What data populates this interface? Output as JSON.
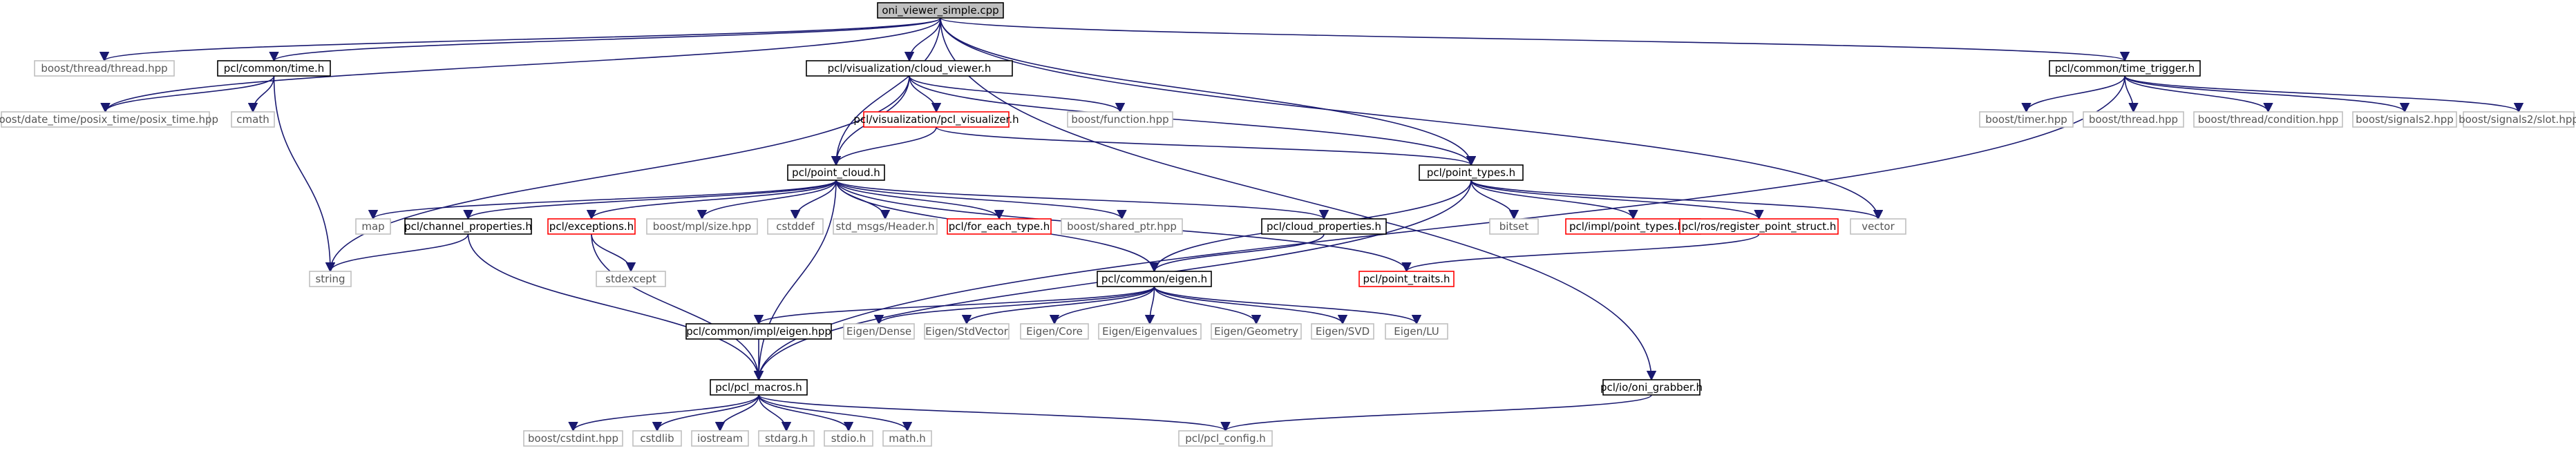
{
  "diagram": {
    "title": "",
    "nodes": [
      {
        "id": "root",
        "label": "oni_viewer_simple.cpp",
        "kind": "root"
      },
      {
        "id": "thread",
        "label": "boost/thread/thread.hpp",
        "kind": "plain"
      },
      {
        "id": "time",
        "label": "pcl/common/time.h",
        "kind": "normal"
      },
      {
        "id": "cloud_viewer",
        "label": "pcl/visualization/cloud_viewer.h",
        "kind": "normal"
      },
      {
        "id": "time_trigger",
        "label": "pcl/common/time_trigger.h",
        "kind": "normal"
      },
      {
        "id": "posix_time",
        "label": "boost/date_time/posix_time/posix_time.hpp",
        "kind": "plain"
      },
      {
        "id": "cmath",
        "label": "cmath",
        "kind": "plain"
      },
      {
        "id": "pcl_visualizer",
        "label": "pcl/visualization/pcl_visualizer.h",
        "kind": "red"
      },
      {
        "id": "function",
        "label": "boost/function.hpp",
        "kind": "plain"
      },
      {
        "id": "timer",
        "label": "boost/timer.hpp",
        "kind": "plain"
      },
      {
        "id": "thread2",
        "label": "boost/thread.hpp",
        "kind": "plain"
      },
      {
        "id": "condition",
        "label": "boost/thread/condition.hpp",
        "kind": "plain"
      },
      {
        "id": "signals2",
        "label": "boost/signals2.hpp",
        "kind": "plain"
      },
      {
        "id": "slot",
        "label": "boost/signals2/slot.hpp",
        "kind": "plain"
      },
      {
        "id": "point_cloud",
        "label": "pcl/point_cloud.h",
        "kind": "normal"
      },
      {
        "id": "point_types",
        "label": "pcl/point_types.h",
        "kind": "normal"
      },
      {
        "id": "map",
        "label": "map",
        "kind": "plain"
      },
      {
        "id": "channel_props",
        "label": "pcl/channel_properties.h",
        "kind": "normal"
      },
      {
        "id": "exceptions",
        "label": "pcl/exceptions.h",
        "kind": "red"
      },
      {
        "id": "mpl_size",
        "label": "boost/mpl/size.hpp",
        "kind": "plain"
      },
      {
        "id": "cstddef",
        "label": "cstddef",
        "kind": "plain"
      },
      {
        "id": "header",
        "label": "std_msgs/Header.h",
        "kind": "plain"
      },
      {
        "id": "for_each_type",
        "label": "pcl/for_each_type.h",
        "kind": "red"
      },
      {
        "id": "shared_ptr",
        "label": "boost/shared_ptr.hpp",
        "kind": "plain"
      },
      {
        "id": "cloud_props",
        "label": "pcl/cloud_properties.h",
        "kind": "normal"
      },
      {
        "id": "bitset",
        "label": "bitset",
        "kind": "plain"
      },
      {
        "id": "impl_point_types",
        "label": "pcl/impl/point_types.hpp",
        "kind": "red"
      },
      {
        "id": "register_point_struct",
        "label": "pcl/ros/register_point_struct.h",
        "kind": "red"
      },
      {
        "id": "vector",
        "label": "vector",
        "kind": "plain"
      },
      {
        "id": "string",
        "label": "string",
        "kind": "plain"
      },
      {
        "id": "stdexcept",
        "label": "stdexcept",
        "kind": "plain"
      },
      {
        "id": "eigen",
        "label": "pcl/common/eigen.h",
        "kind": "normal"
      },
      {
        "id": "point_traits",
        "label": "pcl/point_traits.h",
        "kind": "red"
      },
      {
        "id": "impl_eigen",
        "label": "pcl/common/impl/eigen.hpp",
        "kind": "normal"
      },
      {
        "id": "dense",
        "label": "Eigen/Dense",
        "kind": "plain"
      },
      {
        "id": "stdvector",
        "label": "Eigen/StdVector",
        "kind": "plain"
      },
      {
        "id": "core",
        "label": "Eigen/Core",
        "kind": "plain"
      },
      {
        "id": "eigenvalues",
        "label": "Eigen/Eigenvalues",
        "kind": "plain"
      },
      {
        "id": "geometry",
        "label": "Eigen/Geometry",
        "kind": "plain"
      },
      {
        "id": "svd",
        "label": "Eigen/SVD",
        "kind": "plain"
      },
      {
        "id": "lu",
        "label": "Eigen/LU",
        "kind": "plain"
      },
      {
        "id": "pcl_macros",
        "label": "pcl/pcl_macros.h",
        "kind": "normal"
      },
      {
        "id": "oni_grabber",
        "label": "pcl/io/oni_grabber.h",
        "kind": "normal"
      },
      {
        "id": "cstdint",
        "label": "boost/cstdint.hpp",
        "kind": "plain"
      },
      {
        "id": "cstdlib",
        "label": "cstdlib",
        "kind": "plain"
      },
      {
        "id": "iostream",
        "label": "iostream",
        "kind": "plain"
      },
      {
        "id": "stdarg",
        "label": "stdarg.h",
        "kind": "plain"
      },
      {
        "id": "stdio",
        "label": "stdio.h",
        "kind": "plain"
      },
      {
        "id": "mathh",
        "label": "math.h",
        "kind": "plain"
      },
      {
        "id": "pcl_config",
        "label": "pcl/pcl_config.h",
        "kind": "plain"
      }
    ],
    "edges": [
      [
        "root",
        "thread"
      ],
      [
        "root",
        "time"
      ],
      [
        "root",
        "posix_time"
      ],
      [
        "root",
        "cloud_viewer"
      ],
      [
        "root",
        "point_cloud"
      ],
      [
        "root",
        "point_types"
      ],
      [
        "root",
        "vector"
      ],
      [
        "root",
        "time_trigger"
      ],
      [
        "root",
        "oni_grabber"
      ],
      [
        "time",
        "posix_time"
      ],
      [
        "time",
        "cmath"
      ],
      [
        "time",
        "string"
      ],
      [
        "cloud_viewer",
        "pcl_visualizer"
      ],
      [
        "cloud_viewer",
        "function"
      ],
      [
        "cloud_viewer",
        "point_cloud"
      ],
      [
        "cloud_viewer",
        "point_types"
      ],
      [
        "cloud_viewer",
        "string"
      ],
      [
        "pcl_visualizer",
        "point_cloud"
      ],
      [
        "pcl_visualizer",
        "point_types"
      ],
      [
        "time_trigger",
        "timer"
      ],
      [
        "time_trigger",
        "thread2"
      ],
      [
        "time_trigger",
        "condition"
      ],
      [
        "time_trigger",
        "signals2"
      ],
      [
        "time_trigger",
        "slot"
      ],
      [
        "time_trigger",
        "pcl_macros"
      ],
      [
        "point_cloud",
        "map"
      ],
      [
        "point_cloud",
        "channel_props"
      ],
      [
        "point_cloud",
        "exceptions"
      ],
      [
        "point_cloud",
        "mpl_size"
      ],
      [
        "point_cloud",
        "cstddef"
      ],
      [
        "point_cloud",
        "header"
      ],
      [
        "point_cloud",
        "for_each_type"
      ],
      [
        "point_cloud",
        "shared_ptr"
      ],
      [
        "point_cloud",
        "cloud_props"
      ],
      [
        "point_cloud",
        "eigen"
      ],
      [
        "point_cloud",
        "point_traits"
      ],
      [
        "point_cloud",
        "pcl_macros"
      ],
      [
        "point_types",
        "bitset"
      ],
      [
        "point_types",
        "impl_point_types"
      ],
      [
        "point_types",
        "register_point_struct"
      ],
      [
        "point_types",
        "vector"
      ],
      [
        "point_types",
        "eigen"
      ],
      [
        "point_types",
        "pcl_macros"
      ],
      [
        "register_point_struct",
        "point_traits"
      ],
      [
        "channel_props",
        "string"
      ],
      [
        "channel_props",
        "pcl_macros"
      ],
      [
        "exceptions",
        "stdexcept"
      ],
      [
        "exceptions",
        "pcl_macros"
      ],
      [
        "cloud_props",
        "eigen"
      ],
      [
        "eigen",
        "impl_eigen"
      ],
      [
        "eigen",
        "dense"
      ],
      [
        "eigen",
        "stdvector"
      ],
      [
        "eigen",
        "core"
      ],
      [
        "eigen",
        "eigenvalues"
      ],
      [
        "eigen",
        "geometry"
      ],
      [
        "eigen",
        "svd"
      ],
      [
        "eigen",
        "lu"
      ],
      [
        "impl_eigen",
        "pcl_macros"
      ],
      [
        "pcl_macros",
        "cstdint"
      ],
      [
        "pcl_macros",
        "cstdlib"
      ],
      [
        "pcl_macros",
        "iostream"
      ],
      [
        "pcl_macros",
        "stdarg"
      ],
      [
        "pcl_macros",
        "stdio"
      ],
      [
        "pcl_macros",
        "mathh"
      ],
      [
        "pcl_macros",
        "pcl_config"
      ],
      [
        "oni_grabber",
        "pcl_config"
      ]
    ]
  }
}
